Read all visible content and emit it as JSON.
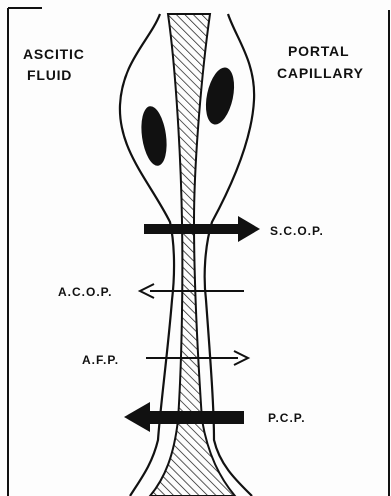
{
  "regions": {
    "left_line1": "ASCITIC",
    "left_line2": "FLUID",
    "right_line1": "PORTAL",
    "right_line2": "CAPILLARY"
  },
  "forces": [
    {
      "label": "S.C.O.P.",
      "direction": "right"
    },
    {
      "label": "A.C.O.P.",
      "direction": "left"
    },
    {
      "label": "A.F.P.",
      "direction": "right"
    },
    {
      "label": "P.C.P.",
      "direction": "left"
    }
  ],
  "colors": {
    "ink": "#111111",
    "paper": "#fdfdfd"
  }
}
